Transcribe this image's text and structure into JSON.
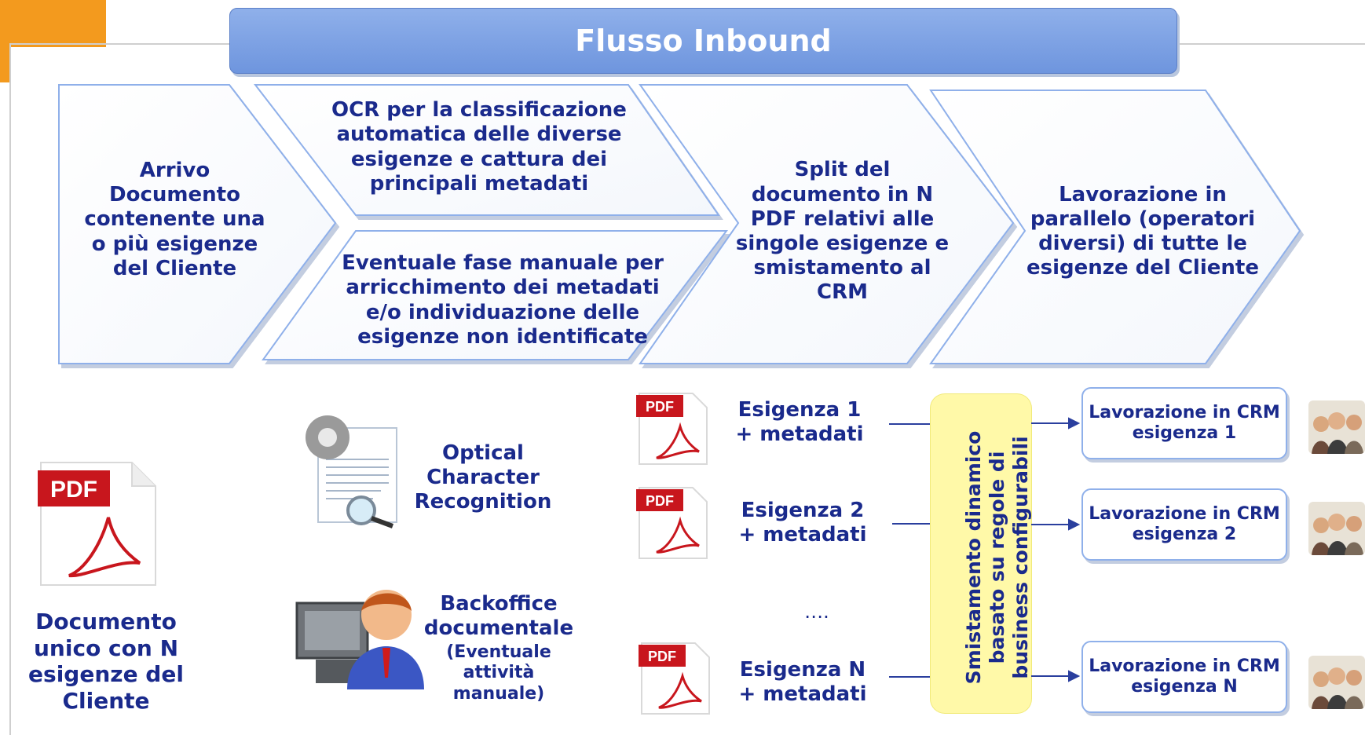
{
  "title": "Flusso Inbound",
  "steps": [
    "Arrivo Documento contenente una o più esigenze del Cliente",
    "OCR per la classificazione automatica delle diverse esigenze e cattura dei principali metadati",
    "Eventuale fase manuale per arricchimento dei metadati e/o individuazione delle esigenze non identificate",
    "Split del documento in N PDF relativi alle singole esigenze e smistamento al CRM",
    "Lavorazione in parallelo (operatori diversi) di tutte le esigenze del Cliente"
  ],
  "pdf_icon_text": "PDF",
  "document_label": "Documento unico con N esigenze del Cliente",
  "ocr_label": "Optical Character Recognition",
  "backoffice_title": "Backoffice documentale",
  "backoffice_note": "(Eventuale attività manuale)",
  "esigenze": [
    {
      "name": "Esigenza 1",
      "meta": "+ metadati"
    },
    {
      "name": "Esigenza 2",
      "meta": "+ metadati"
    },
    {
      "name": "Esigenza N",
      "meta": "+ metadati"
    }
  ],
  "ellipsis": "….",
  "routing_label": "Smistamento dinamico basato su regole di business configurabili",
  "crm_boxes": [
    "Lavorazione in CRM esigenza 1",
    "Lavorazione in CRM esigenza 2",
    "Lavorazione in CRM esigenza N"
  ],
  "colors": {
    "accent_orange": "#f39a1e",
    "title_blue": "#7a9fe3",
    "text_navy": "#1a2a8c",
    "pill_yellow": "#fff9a8",
    "chevron_border": "#8fb0ea"
  }
}
